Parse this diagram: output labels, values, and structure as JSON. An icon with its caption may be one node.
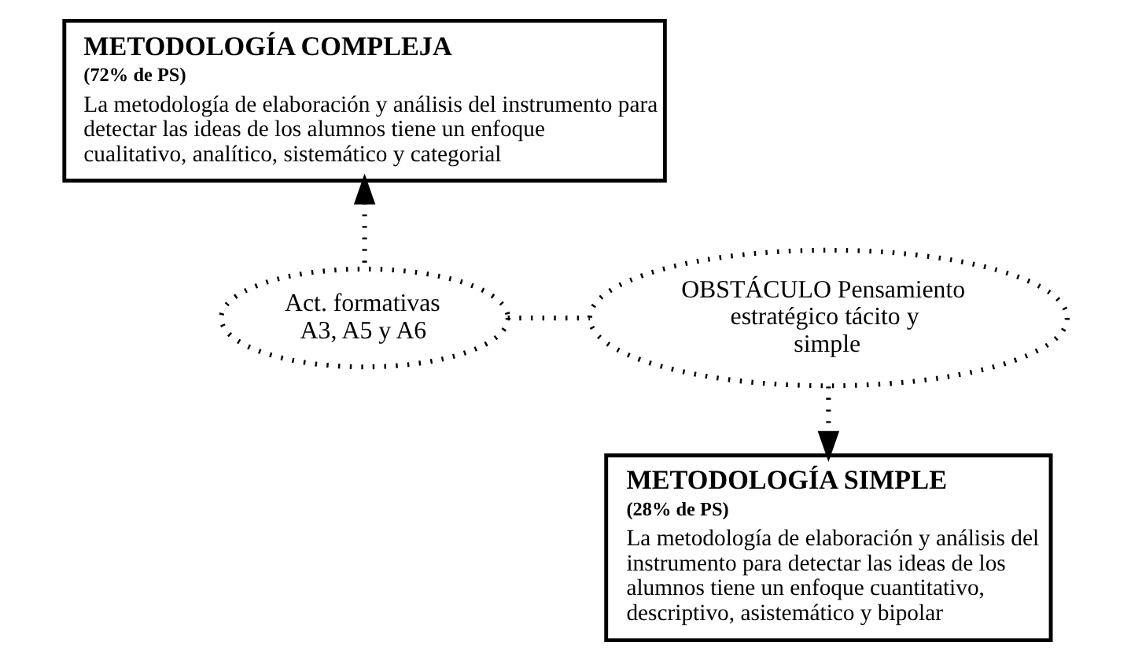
{
  "diagram": {
    "nodes": [
      {
        "text": [
          "METODOLOGÍA COMPLEJA",
          "(72% de PS)",
          "La metodología de elaboración y análisis del instrumento para detectar las ideas de los alumnos tiene un enfoque cualitativo, analítico, sistemático y categorial"
        ]
      },
      {
        "text": [
          "Act. formativas A3, A5 y A6"
        ]
      },
      {
        "text": [
          "OBSTÁCULO Pensamiento estratégico tácito y simple"
        ]
      },
      {
        "text": [
          "METODOLOGÍA SIMPLE",
          "(28% de PS)",
          "La metodología de elaboración y análisis del instrumento para detectar las ideas de los alumnos tiene un enfoque cuantitativo, descriptivo, asistemático y bipolar"
        ]
      }
    ],
    "edges": [
      {
        "from": 1,
        "to": 0,
        "arrow": "to"
      },
      {
        "from": 1,
        "to": 2,
        "arrow": "none"
      },
      {
        "from": 2,
        "to": 3,
        "arrow": "to"
      }
    ]
  }
}
